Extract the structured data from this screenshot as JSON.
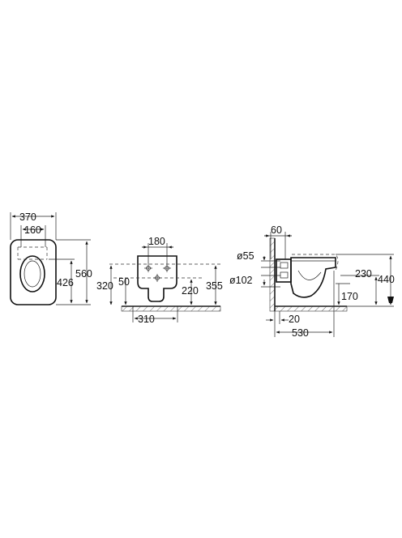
{
  "front_view": {
    "width_total": "370",
    "width_inner": "160",
    "height_total": "560",
    "height_fixing": "426"
  },
  "mounting_view": {
    "fixing_spacing": "180",
    "bracket_width": "310",
    "height_left": "320",
    "height_offset": "50",
    "height_inner": "220",
    "height_right": "355"
  },
  "side_view": {
    "wall_depth": "60",
    "inlet_diameter": "ø55",
    "outlet_diameter": "ø102",
    "wall_gap": "20",
    "projection": "530",
    "height_top": "230",
    "height_outlet": "170",
    "height_total": "440"
  },
  "colors": {
    "ink": "#111111",
    "background": "#ffffff"
  }
}
